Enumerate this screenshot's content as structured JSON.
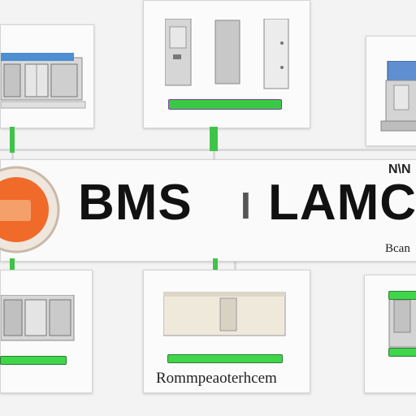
{
  "banner": {
    "title_left": "BMS",
    "title_right": "LAMC",
    "title_right_prefix": "I",
    "badge_text": "",
    "corner_top_right": "N\\N",
    "corner_bottom_right": "Bcan"
  },
  "panels": {
    "top_center_label": "",
    "bottom_left_caption": "",
    "bottom_center_caption": "Rommpeaoterhcem"
  },
  "colors": {
    "accent_orange": "#f06a2a",
    "status_green": "#3fd64a",
    "purple_outline": "#7d3fa0"
  }
}
